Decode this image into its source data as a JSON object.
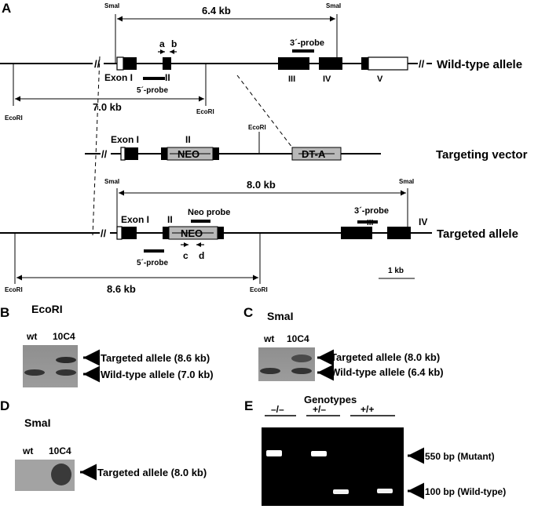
{
  "panel_letters": {
    "a": "A",
    "b": "B",
    "c": "C",
    "d": "D",
    "e": "E"
  },
  "wild_type": {
    "title": "Wild-type allele",
    "smai": "SmaI",
    "ecori": "EcoRI",
    "smai_span": "6.4 kb",
    "ecori_span": "7.0 kb",
    "exon1": "Exon I",
    "exon2": "II",
    "exon3": "III",
    "exon4": "IV",
    "exon5": "V",
    "primer_a": "a",
    "primer_b": "b",
    "probe5": "5´-probe",
    "probe3": "3´-probe"
  },
  "targeting_vector": {
    "title": "Targeting vector",
    "exon1": "Exon I",
    "exon2": "II",
    "neo": "NEO",
    "dta": "DT-A",
    "ecori": "EcoRI"
  },
  "targeted": {
    "title": "Targeted allele",
    "smai": "SmaI",
    "ecori": "EcoRI",
    "smai_span": "8.0 kb",
    "ecori_span": "8.6 kb",
    "exon1": "Exon I",
    "exon2": "II",
    "exon3": "III",
    "exon4": "IV",
    "neo": "NEO",
    "neo_probe": "Neo probe",
    "probe5": "5´-probe",
    "probe3": "3´-probe",
    "primer_c": "c",
    "primer_d": "d",
    "scale": "1 kb"
  },
  "blot_b": {
    "title": "EcoRI",
    "lane1": "wt",
    "lane2": "10C4",
    "band_top": "Targeted allele (8.6 kb)",
    "band_bottom": "Wild-type allele (7.0 kb)"
  },
  "blot_c": {
    "title": "SmaI",
    "lane1": "wt",
    "lane2": "10C4",
    "band_top": "Targeted allele (8.0 kb)",
    "band_bottom": "Wild-type allele (6.4 kb)"
  },
  "blot_d": {
    "title": "SmaI",
    "lane1": "wt",
    "lane2": "10C4",
    "band": "Targeted allele (8.0 kb)"
  },
  "gel_e": {
    "title": "Genotypes",
    "g1": "–/–",
    "g2": "+/–",
    "g3": "+/+",
    "band_top": "550 bp  (Mutant)",
    "band_bottom": "100 bp (Wild-type)"
  }
}
